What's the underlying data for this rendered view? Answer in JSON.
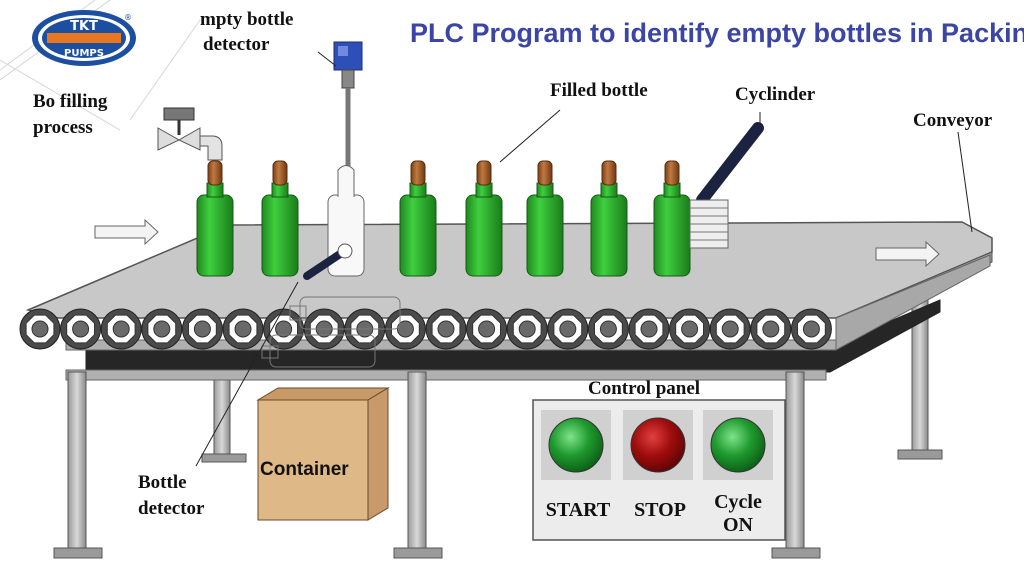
{
  "header": {
    "title": "PLC Program to identify empty bottles in Packing"
  },
  "logo": {
    "line1": "TKT",
    "line2": "PUMPS",
    "registered": "®"
  },
  "labels": {
    "empty_detector_line1": "mpty bottle",
    "empty_detector_line2": "detector",
    "filling_line1": "Bo    filling",
    "filling_line2": "process",
    "filled_bottle": "Filled bottle",
    "cyclinder": "Cyclinder",
    "conveyor": "Conveyor",
    "control_panel": "Control panel",
    "bottle_detector_line1": "Bottle",
    "bottle_detector_line2": "detector",
    "container": "Container"
  },
  "control_panel": {
    "buttons": [
      {
        "label_line1": "START",
        "label_line2": "",
        "color": "#1f8f2e"
      },
      {
        "label_line1": "STOP",
        "label_line2": "",
        "color": "#a01010"
      },
      {
        "label_line1": "Cycle",
        "label_line2": "ON",
        "color": "#1f8f2e"
      }
    ]
  },
  "colors": {
    "title": "#3b45a6",
    "bottle_green": "#2fae2f",
    "bottle_cap": "#9b5a2b",
    "conveyor_top": "#c9c9c9",
    "box": "#deb887"
  }
}
